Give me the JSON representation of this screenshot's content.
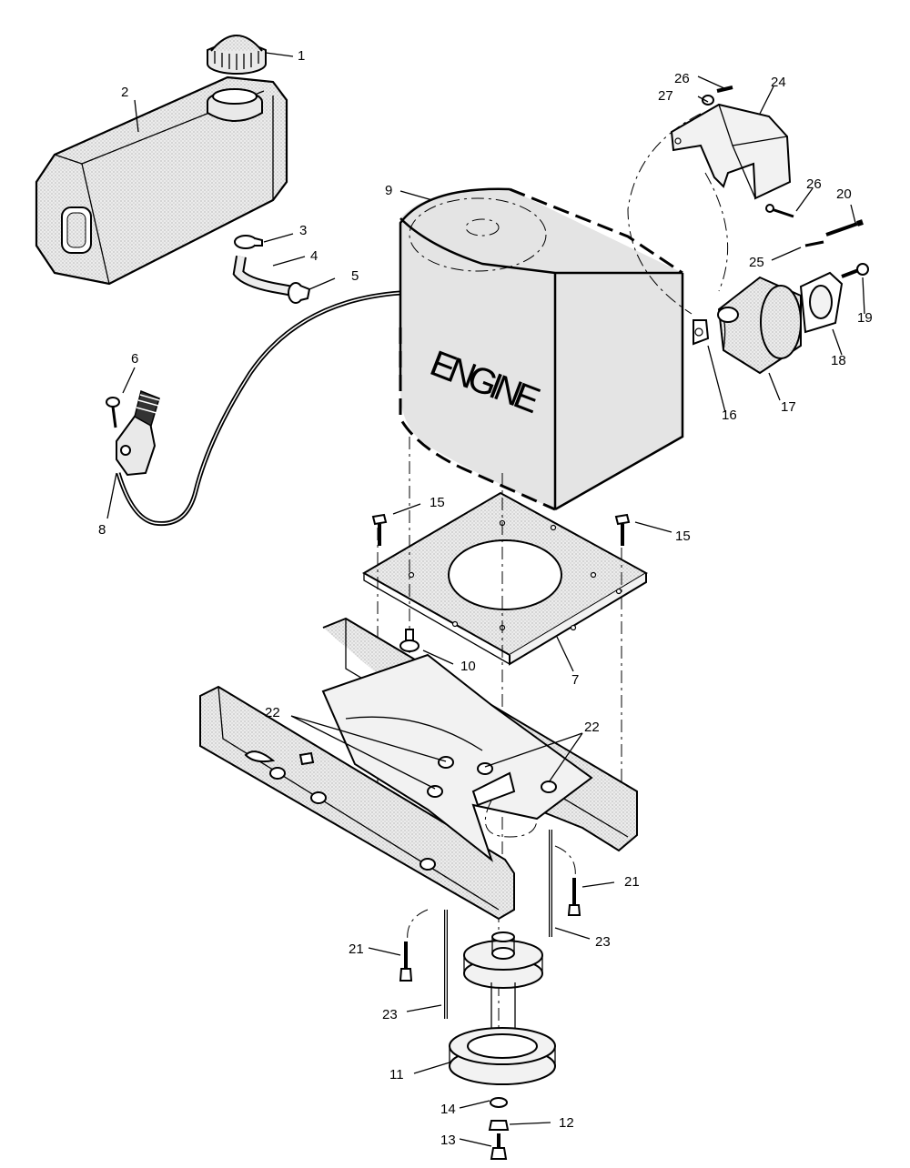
{
  "engine_label": "ENGINE",
  "callouts": {
    "c1": "1",
    "c2": "2",
    "c3": "3",
    "c4": "4",
    "c5": "5",
    "c6": "6",
    "c7": "7",
    "c8": "8",
    "c9": "9",
    "c10": "10",
    "c11": "11",
    "c12": "12",
    "c13": "13",
    "c14": "14",
    "c15a": "15",
    "c15b": "15",
    "c16": "16",
    "c17": "17",
    "c18": "18",
    "c19": "19",
    "c20": "20",
    "c21a": "21",
    "c21b": "21",
    "c22a": "22",
    "c22b": "22",
    "c23a": "23",
    "c23b": "23",
    "c24": "24",
    "c25": "25",
    "c26a": "26",
    "c26b": "26",
    "c27": "27"
  }
}
